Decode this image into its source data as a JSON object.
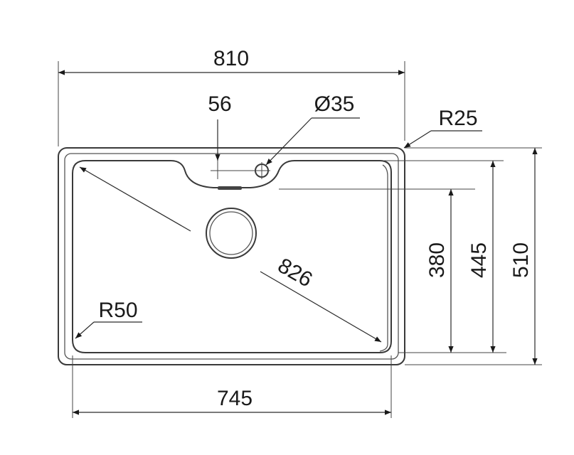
{
  "dimensions": {
    "overall_width": "810",
    "tap_offset": "56",
    "tap_hole": "Ø35",
    "corner_outer_radius": "R25",
    "bowl_width": "745",
    "bowl_diagonal": "826",
    "bowl_corner_radius": "R50",
    "bowl_depth_inner": "380",
    "bowl_depth": "445",
    "overall_depth": "510"
  },
  "colors": {
    "line": "#2a2a2a",
    "text": "#1a1a1a",
    "background": "#ffffff"
  }
}
